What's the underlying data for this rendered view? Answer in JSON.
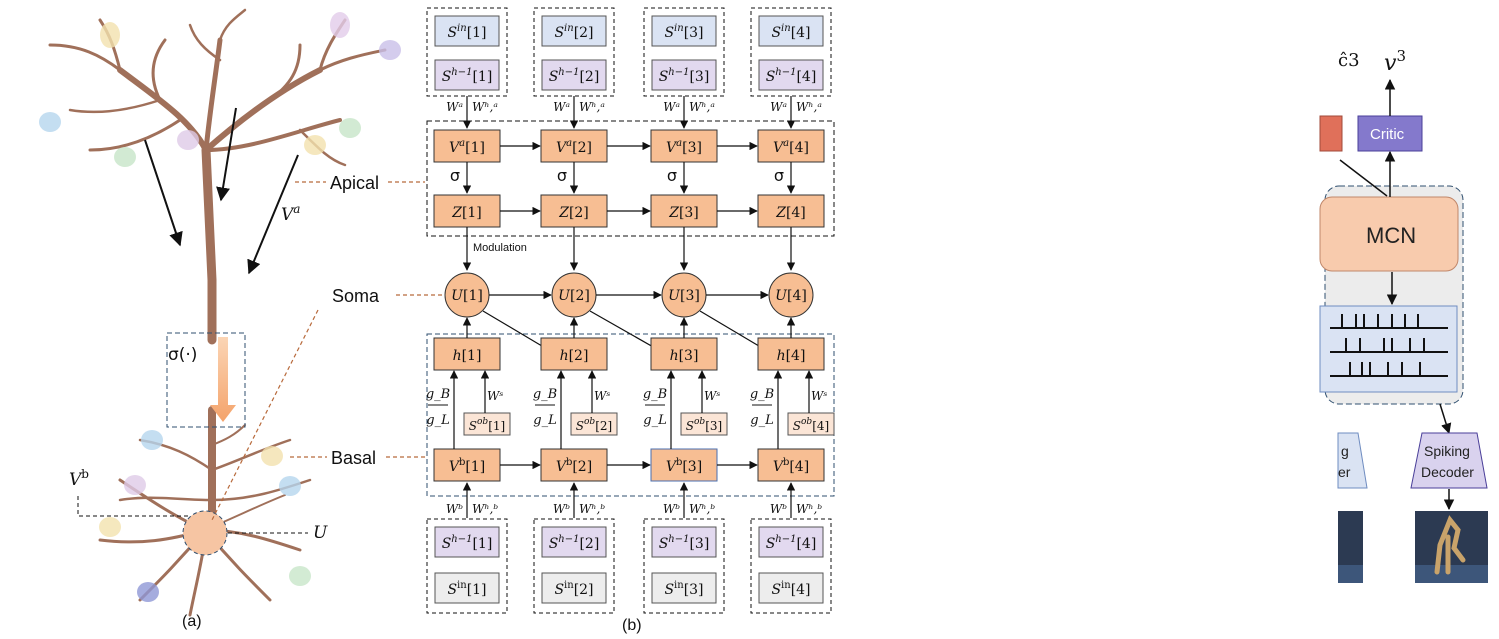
{
  "neuron": {
    "apical_label": "Apical",
    "soma_label": "Soma",
    "basal_label": "Basal",
    "va_label": "Va",
    "vb_label": "Vb",
    "u_label": "U",
    "sigma_label": "σ(·)",
    "caption": "(a)"
  },
  "grid": {
    "caption": "(b)",
    "modulation_label": "Modulation",
    "sigma": "σ",
    "columns": [
      {
        "sin_top": "1",
        "sh_top": "1",
        "va": "1",
        "z": "1",
        "u": "1",
        "h": "1",
        "sob": "1",
        "vb": "1",
        "sh_bot": "1",
        "sin_bot": "1"
      },
      {
        "sin_top": "2",
        "sh_top": "2",
        "va": "2",
        "z": "2",
        "u": "2",
        "h": "2",
        "sob": "2",
        "vb": "2",
        "sh_bot": "2",
        "sin_bot": "2"
      },
      {
        "sin_top": "3",
        "sh_top": "3",
        "va": "3",
        "z": "3",
        "u": "3",
        "h": "3",
        "sob": "3",
        "vb": "3",
        "sh_bot": "3",
        "sin_bot": "3"
      },
      {
        "sin_top": "4",
        "sh_top": "4",
        "va": "4",
        "z": "4",
        "u": "4",
        "h": "4",
        "sob": "4",
        "vb": "4",
        "sh_bot": "4",
        "sin_bot": "4"
      }
    ]
  },
  "agent": {
    "mcn_label": "MCN",
    "critic_label": "Critic",
    "decoder_label_1": "Spiking",
    "decoder_label_2": "Decoder",
    "partial_decoder_1": "g",
    "partial_decoder_2": "er",
    "value_output": "v",
    "value_sup": "3"
  },
  "colors": {
    "orange_fill": "#f7be93",
    "blue_fill": "#dae3f3",
    "purple_fill": "#e2d9ef",
    "gray_fill": "#ededed",
    "peach_fill": "#fbe5d6",
    "mcn_fill": "#f8cbad",
    "critic_fill": "#8479cc",
    "decoder_fill": "#d9d2ee",
    "panel_fill": "#ececec",
    "spike_panel_fill": "#dae3f3",
    "branch": "#a0705a",
    "dashed": "#2f4f6f"
  }
}
